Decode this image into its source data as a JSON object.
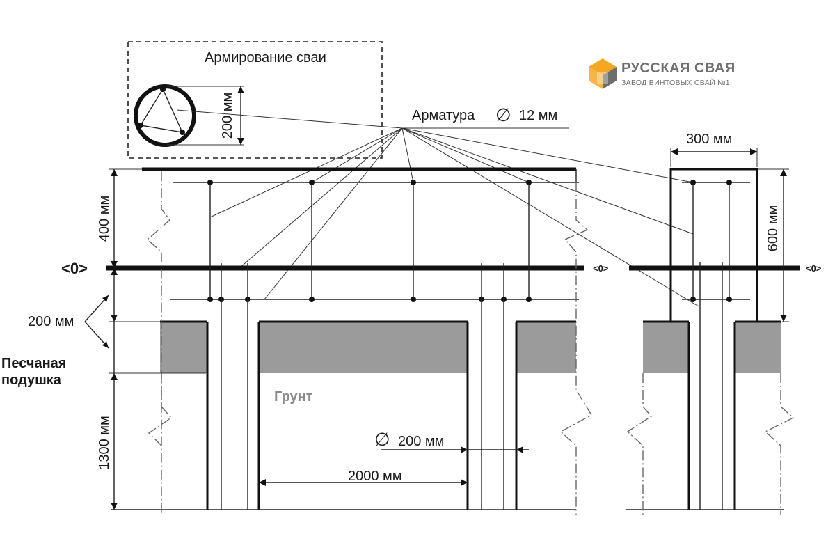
{
  "reinforcement_box": {
    "title": "Армирование сваи",
    "dim_label": "200 мм"
  },
  "rebar_label": "Арматура",
  "rebar_size": "12 мм",
  "diameter_symbol": "∅",
  "dims": {
    "width_300": "300 мм",
    "height_600": "600 мм",
    "height_400": "400 мм",
    "height_200": "200 мм",
    "height_1300": "1300 мм",
    "pile_diameter": "200 мм",
    "span_2000": "2000 мм"
  },
  "zero_mark": "<0>",
  "sand_cushion": [
    "Песчаная",
    "подушка"
  ],
  "soil_label": "Грунт",
  "brand": {
    "name": "РУССКАЯ СВАЯ",
    "tagline": "ЗАВОД ВИНТОВЫХ СВАЙ №1",
    "logo_colors": [
      "#f5a623",
      "#6e6e6e"
    ]
  }
}
